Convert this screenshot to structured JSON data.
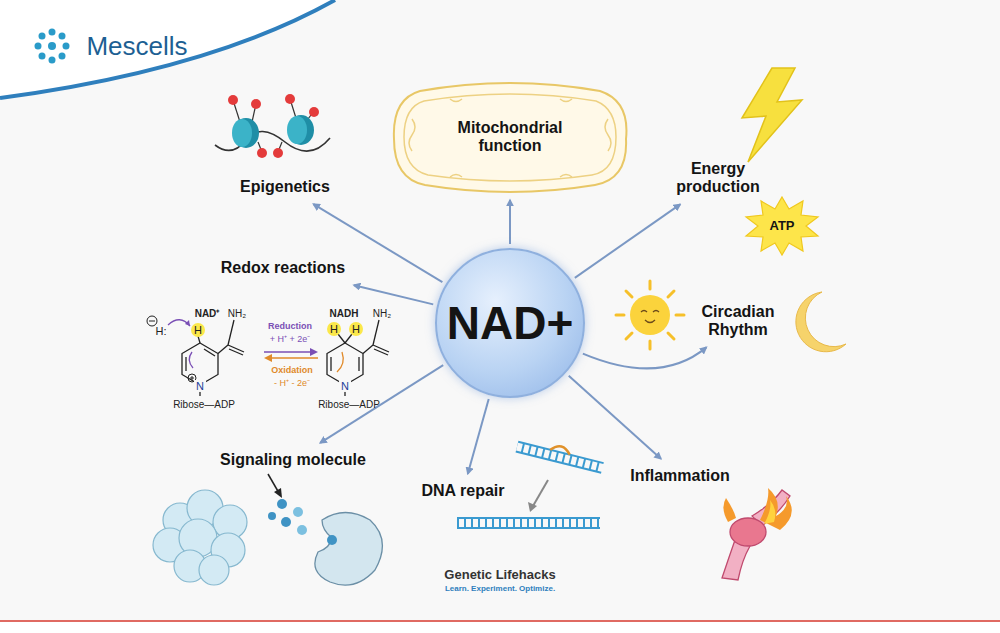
{
  "diagram": {
    "nodes": [
      {
        "text": [
          "NAD+"
        ]
      },
      {
        "text": [
          "Epigenetics"
        ]
      },
      {
        "text": [
          "Mitochondrial function"
        ]
      },
      {
        "text": [
          "Energy production"
        ]
      },
      {
        "text": [
          "ATP"
        ]
      },
      {
        "text": [
          "Redox reactions"
        ]
      },
      {
        "text": [
          "Circadian Rhythm"
        ]
      },
      {
        "text": [
          "Signaling molecule"
        ]
      },
      {
        "text": [
          "DNA repair"
        ]
      },
      {
        "text": [
          "Inflammation"
        ]
      }
    ],
    "edges": [
      {
        "from": 0,
        "to": 1,
        "arrow": "to"
      },
      {
        "from": 0,
        "to": 2,
        "arrow": "to"
      },
      {
        "from": 0,
        "to": 3,
        "arrow": "to"
      },
      {
        "from": 0,
        "to": 5,
        "arrow": "to"
      },
      {
        "from": 0,
        "to": 6,
        "arrow": "to"
      },
      {
        "from": 0,
        "to": 7,
        "arrow": "to"
      },
      {
        "from": 0,
        "to": 8,
        "arrow": "to"
      },
      {
        "from": 0,
        "to": 9,
        "arrow": "to"
      }
    ],
    "labels": [
      "Mescells",
      "NAD⁺",
      "NH₂",
      "H:",
      "H",
      "N",
      "Ribose—ADP",
      "Reduction",
      "+ H⁺ + 2e⁻",
      "Oxidation",
      "- H⁺ - 2e⁻",
      "NADH",
      "NH₂",
      "H",
      "H",
      "N",
      "Ribose—ADP",
      "Genetic Lifehacks",
      "Learn. Experiment. Optimize."
    ]
  }
}
